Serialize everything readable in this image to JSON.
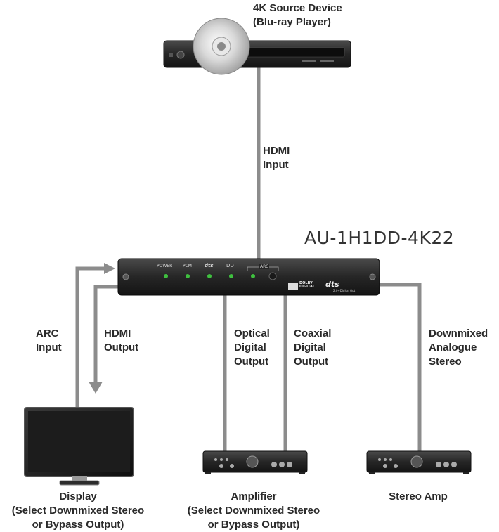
{
  "title": "AU-1H1DD-4K22",
  "source": {
    "line1": "4K Source Device",
    "line2": "(Blu-ray Player)"
  },
  "connections": {
    "hdmi_input": {
      "line1": "HDMI",
      "line2": "Input"
    },
    "arc_input": {
      "line1": "ARC",
      "line2": "Input"
    },
    "hdmi_output": {
      "line1": "HDMI",
      "line2": "Output"
    },
    "optical": {
      "line1": "Optical",
      "line2": "Digital",
      "line3": "Output"
    },
    "coaxial": {
      "line1": "Coaxial",
      "line2": "Digital",
      "line3": "Output"
    },
    "downmixed": {
      "line1": "Downmixed",
      "line2": "Analogue",
      "line3": "Stereo"
    }
  },
  "devices": {
    "display": {
      "line1": "Display",
      "line2": "(Select Downmixed Stereo",
      "line3": "or Bypass Output)"
    },
    "amplifier": {
      "line1": "Amplifier",
      "line2": "(Select Downmixed Stereo",
      "line3": "or Bypass Output)"
    },
    "stereo_amp": {
      "line1": "Stereo Amp"
    }
  },
  "front_panel": {
    "power": "POWER",
    "pcm": "PCM",
    "dts": "dts",
    "dolby": "DD",
    "arc": "ARC",
    "dolby_logo": "DOLBY DIGITAL",
    "dts_logo": "dts",
    "dts_sub": "2.0+Digital Out"
  },
  "colors": {
    "cable": "#8c8c8c",
    "device": "#2b2b2b",
    "led": "#3fbf3f"
  }
}
